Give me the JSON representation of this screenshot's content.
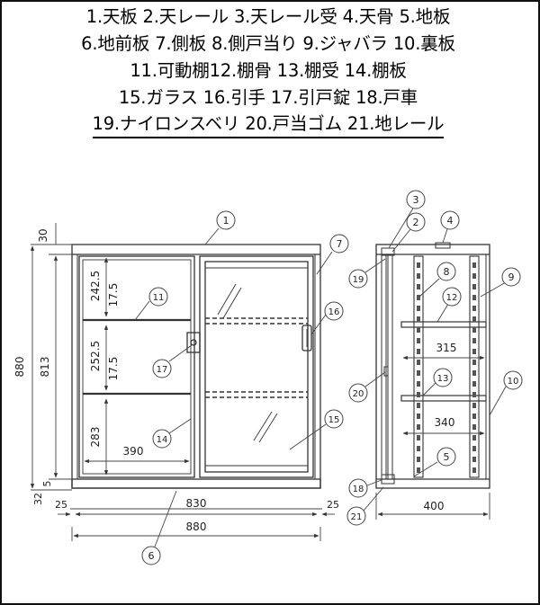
{
  "legend": {
    "lines": [
      "1.天板 2.天レール 3.天レール受 4.天骨 5.地板",
      "6.地前板 7.側板 8.側戸当り 9.ジャバラ 10.裏板",
      "11.可動棚12.棚骨 13.棚受 14.棚板",
      "15.ガラス 16.引手 17.引戸錠 18.戸車",
      "19.ナイロンスベリ 20.戸当ゴム 21.地レール"
    ]
  },
  "front_view": {
    "callouts": [
      "1",
      "7",
      "11",
      "14",
      "15",
      "16",
      "17",
      "6"
    ],
    "dim_top": "30",
    "dim_total_height": "880",
    "dim_inner_height": "813",
    "dim_shelf_1": "242.5",
    "dim_shelf_gap_1": "17.5",
    "dim_shelf_2": "252.5",
    "dim_shelf_gap_2": "17.5",
    "dim_shelf_3": "283",
    "dim_bottom_gap": "5",
    "dim_base": "32",
    "dim_shelf_width": "390",
    "dim_side_left": "25",
    "dim_side_right": "25",
    "dim_inner_width": "830",
    "dim_total_width": "880"
  },
  "side_view": {
    "callouts": [
      "3",
      "2",
      "4",
      "19",
      "8",
      "9",
      "12",
      "20",
      "13",
      "10",
      "5",
      "18",
      "21"
    ],
    "dim_shelf_outer": "315",
    "dim_shelf_inner": "340",
    "dim_depth": "400"
  }
}
